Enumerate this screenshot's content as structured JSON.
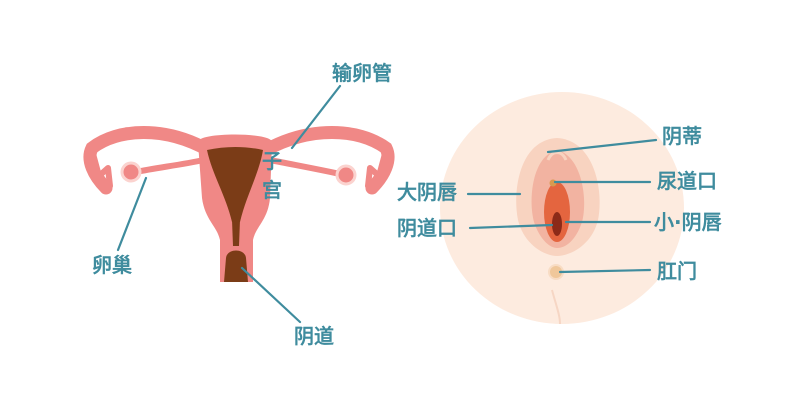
{
  "colors": {
    "label": "#3f8c9e",
    "uterus_pink": "#f08886",
    "uterus_inner": "#7b3c17",
    "skin_bg": "#fdebdf",
    "labia_majora": "#f8d3c0",
    "labia_minora": "#f2b3a1",
    "vestibule": "#e4653f",
    "opening": "#8c2a18",
    "dot": "#d99a4e"
  },
  "left_diagram": {
    "fallopian_tube": "输卵管",
    "uterus_char1": "子",
    "uterus_char2": "宫",
    "ovary": "卵巢",
    "vagina": "阴道"
  },
  "right_diagram": {
    "clitoris": "阴蒂",
    "urethral_opening": "尿道口",
    "labia_majora": "大阴唇",
    "labia_minora": "小·阴唇",
    "vaginal_opening": "阴道口",
    "anus": "肛门"
  }
}
